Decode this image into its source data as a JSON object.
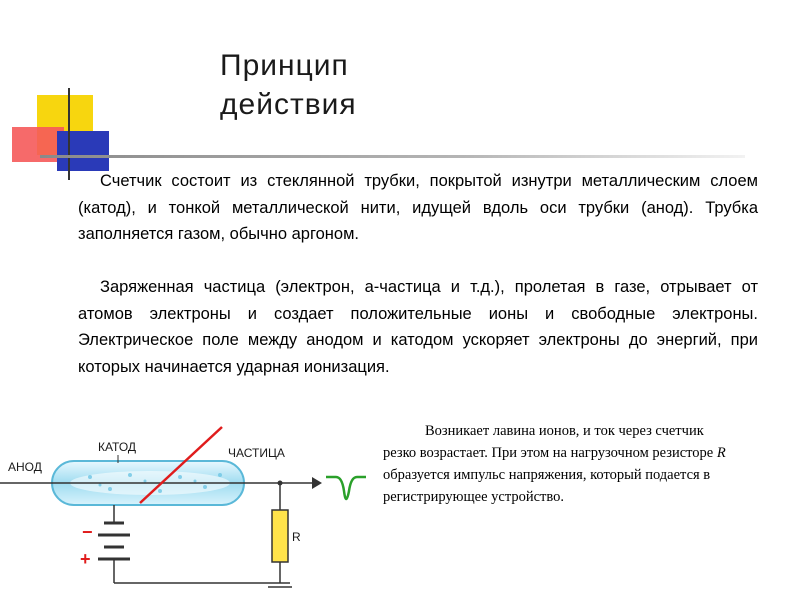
{
  "title": {
    "line1": "Принцип",
    "line2": "действия"
  },
  "paragraphs": {
    "p1": "Счетчик состоит из стеклянной трубки, покрытой изнутри металлическим слоем (катод), и тонкой металлической нити, идущей вдоль оси трубки (анод). Трубка заполняется газом, обычно аргоном.",
    "p2": "Заряженная частица (электрон, а-частица и т.д.), пролетая в газе, отрывает от атомов электроны и создает положительные ионы и свободные электроны. Электрическое поле между анодом и катодом ускоряет электроны до энергий, при которых начинается ударная ионизация."
  },
  "side": {
    "part1": "Возникает лавина ионов, и ток через счетчик резко возрастает. При этом на нагрузочном резисторе ",
    "r_symbol": "R",
    "part2": " образуется импульс напряжения, который подается в регистрирующее устройство."
  },
  "diagram": {
    "anode_label": "АНОД",
    "cathode_label": "КАТОД",
    "particle_label": "ЧАСТИЦА",
    "resistor_label": "R",
    "minus_sign": "−",
    "plus_sign": "+"
  },
  "colors": {
    "deco_yellow": "#f7d60f",
    "deco_red": "#f33c3c",
    "deco_blue": "#2a3ab8",
    "tube_fill": "#cfeefa",
    "tube_glow": "#7fd0ea",
    "particle_red": "#e01c1c",
    "pulse_green": "#2aa02a",
    "resistor_yellow": "#ffe34a",
    "battery_red": "#e01c1c"
  }
}
